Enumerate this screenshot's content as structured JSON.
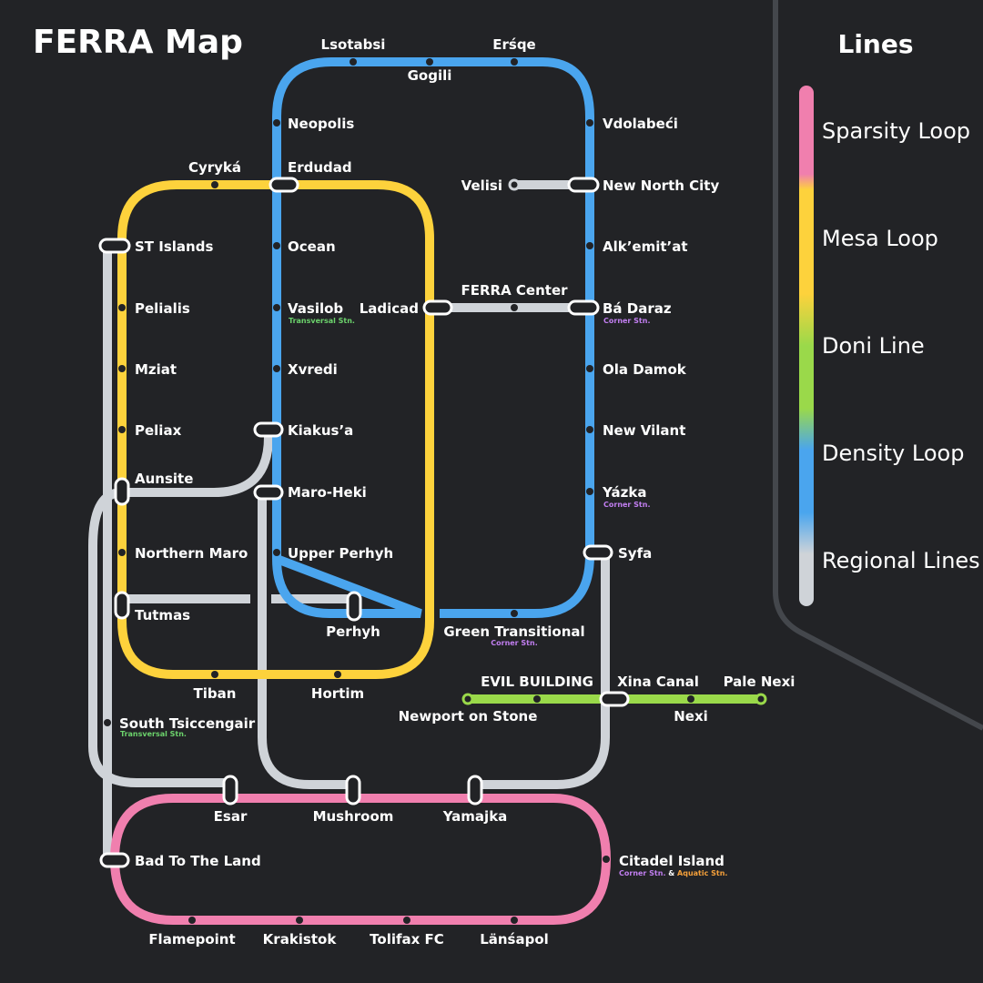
{
  "title": "FERRA Map",
  "legend": {
    "title": "Lines",
    "items": [
      {
        "label": "Sparsity Loop",
        "color": "#f07fae"
      },
      {
        "label": "Mesa Loop",
        "color": "#fdd23c"
      },
      {
        "label": "Doni Line",
        "color": "#9ad94a"
      },
      {
        "label": "Density Loop",
        "color": "#4aa5ee"
      },
      {
        "label": "Regional Lines",
        "color": "#cfd3d8"
      }
    ]
  },
  "colors": {
    "background": "#222326",
    "station_dot": "#222326",
    "sparsity": "#f07fae",
    "mesa": "#fdd23c",
    "doni": "#9ad94a",
    "density": "#4aa5ee",
    "regional": "#cfd3d8",
    "transversal": "#6cd36c",
    "corner": "#c17ef0",
    "aquatic": "#f5a03a"
  },
  "stations": {
    "lsotabsi": "Lsotabsi",
    "gogili": "Gogili",
    "ersqe": "Erśqe",
    "neopolis": "Neopolis",
    "vdolabeci": "Vdolabeći",
    "cyryka": "Cyryká",
    "erdudad": "Erdudad",
    "velisi": "Velisi",
    "new_north_city": "New North City",
    "st_islands": "ST Islands",
    "ocean": "Ocean",
    "alkemitat": "Alk’emit’at",
    "ferra_center": "FERRA Center",
    "pelialis": "Pelialis",
    "vasilob": "Vasilob",
    "ladicad": "Ladicad",
    "ba_daraz": "Bá Daraz",
    "mziat": "Mziat",
    "xvredi": "Xvredi",
    "ola_damok": "Ola Damok",
    "peliax": "Peliax",
    "kiakusa": "Kiakus’a",
    "new_vilant": "New Vilant",
    "aunsite": "Aunsite",
    "maro_heki": "Maro-Heki",
    "yazka": "Yázka",
    "northern_maro": "Northern Maro",
    "upper_perhyh": "Upper Perhyh",
    "syfa": "Syfa",
    "tutmas": "Tutmas",
    "perhyh": "Perhyh",
    "green_transitional": "Green Transitional",
    "tiban": "Tiban",
    "hortim": "Hortim",
    "evil_building": "EVIL BUILDING",
    "xina_canal": "Xina Canal",
    "pale_nexi": "Pale Nexi",
    "newport_on_stone": "Newport on Stone",
    "nexi": "Nexi",
    "south_tsiccengair": "South Tsiccengair",
    "esar": "Esar",
    "mushroom": "Mushroom",
    "yamajka": "Yamajka",
    "bad_to_the_land": "Bad To The Land",
    "citadel_island": "Citadel Island",
    "flamepoint": "Flamepoint",
    "krakistok": "Krakistok",
    "tolifax_fc": "Tolifax FC",
    "lansapol": "Länśapol"
  },
  "station_types": {
    "transversal": "Transversal Stn.",
    "corner": "Corner Stn.",
    "and": " & ",
    "aquatic": "Aquatic Stn."
  }
}
